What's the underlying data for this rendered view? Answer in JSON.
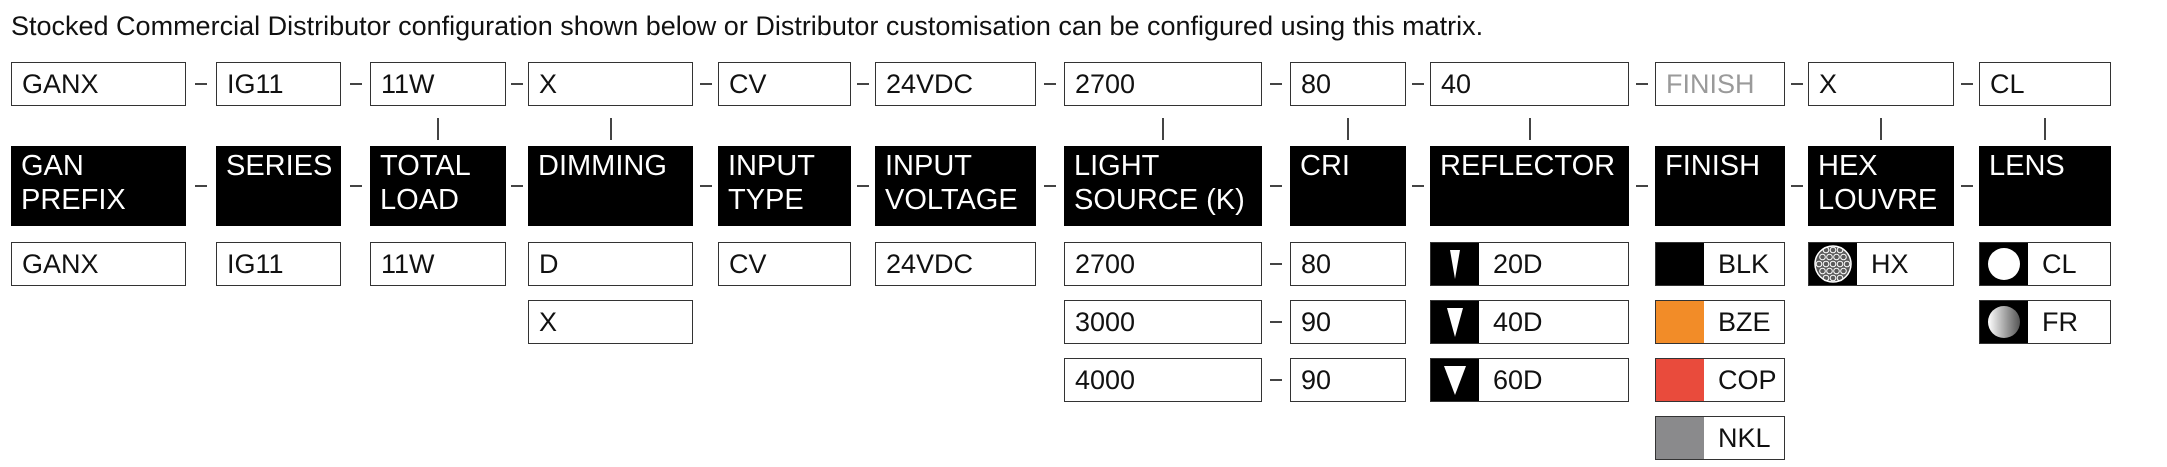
{
  "intro_text": "Stocked Commercial Distributor configuration shown below or Distributor customisation can be configured using this matrix.",
  "columns": [
    {
      "key": "prefix",
      "code": "GANX",
      "header": "GAN\nPREFIX",
      "options": [
        "GANX"
      ]
    },
    {
      "key": "series",
      "code": "IG11",
      "header": "SERIES",
      "options": [
        "IG11"
      ]
    },
    {
      "key": "load",
      "code": "11W",
      "header": "TOTAL\nLOAD",
      "options": [
        "11W"
      ]
    },
    {
      "key": "dimming",
      "code": "X",
      "header": "DIMMING",
      "options": [
        "D",
        "X"
      ]
    },
    {
      "key": "input_type",
      "code": "CV",
      "header": "INPUT\nTYPE",
      "options": [
        "CV"
      ]
    },
    {
      "key": "input_voltage",
      "code": "24VDC",
      "header": "INPUT\nVOLTAGE",
      "options": [
        "24VDC"
      ]
    },
    {
      "key": "light_source",
      "code": "2700",
      "header": "LIGHT\nSOURCE (K)",
      "options": [
        "2700",
        "3000",
        "4000"
      ]
    },
    {
      "key": "cri",
      "code": "80",
      "header": "CRI",
      "options": [
        "80",
        "90",
        "90"
      ]
    },
    {
      "key": "reflector",
      "code": "40",
      "header": "REFLECTOR",
      "options": [
        {
          "label": "20D",
          "icon": "narrow-beam-icon"
        },
        {
          "label": "40D",
          "icon": "medium-beam-icon"
        },
        {
          "label": "60D",
          "icon": "wide-beam-icon"
        }
      ]
    },
    {
      "key": "finish",
      "code": "FINISH",
      "header": "FINISH",
      "options": [
        {
          "label": "BLK",
          "color": "#000000"
        },
        {
          "label": "BZE",
          "color": "#F28C28"
        },
        {
          "label": "COP",
          "color": "#E94B3C"
        },
        {
          "label": "NKL",
          "color": "#8A8A8C"
        }
      ]
    },
    {
      "key": "louvre",
      "code": "X",
      "header": "HEX\nLOUVRE",
      "options": [
        {
          "label": "HX",
          "icon": "hex-louvre-icon"
        }
      ]
    },
    {
      "key": "lens",
      "code": "CL",
      "header": "LENS",
      "options": [
        {
          "label": "CL",
          "icon": "clear-lens-icon"
        },
        {
          "label": "FR",
          "icon": "frosted-lens-icon"
        }
      ]
    }
  ]
}
